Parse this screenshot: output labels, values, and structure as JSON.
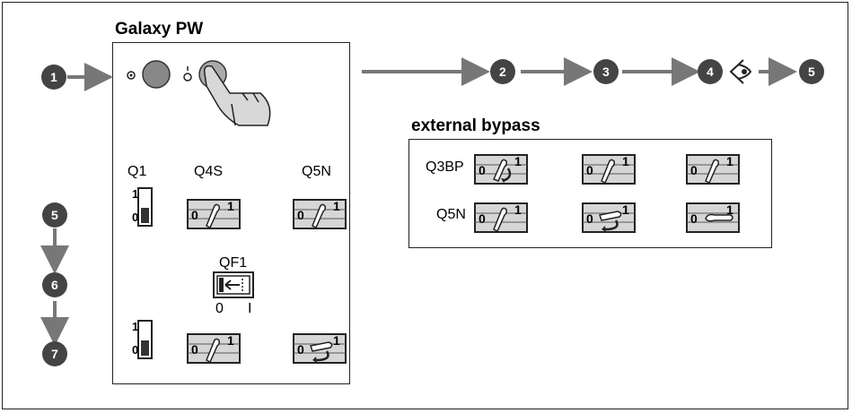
{
  "panel": {
    "title": "Galaxy PW"
  },
  "external": {
    "title": "external bypass",
    "rows": [
      "Q3BP",
      "Q5N"
    ]
  },
  "labels": {
    "q1": "Q1",
    "q4s": "Q4S",
    "q5n": "Q5N",
    "qf1": "QF1",
    "qf1_off": "0",
    "qf1_on": "I"
  },
  "switch_marks": {
    "off": "0",
    "on": "1"
  },
  "steps": {
    "s1": "1",
    "s2": "2",
    "s3": "3",
    "s4": "4",
    "s5": "5",
    "v5": "5",
    "v6": "6",
    "v7": "7"
  },
  "colors": {
    "step_circle": "#444444",
    "arrow": "#777777",
    "switch_bg": "#d6d6d6",
    "button": "#888888"
  }
}
